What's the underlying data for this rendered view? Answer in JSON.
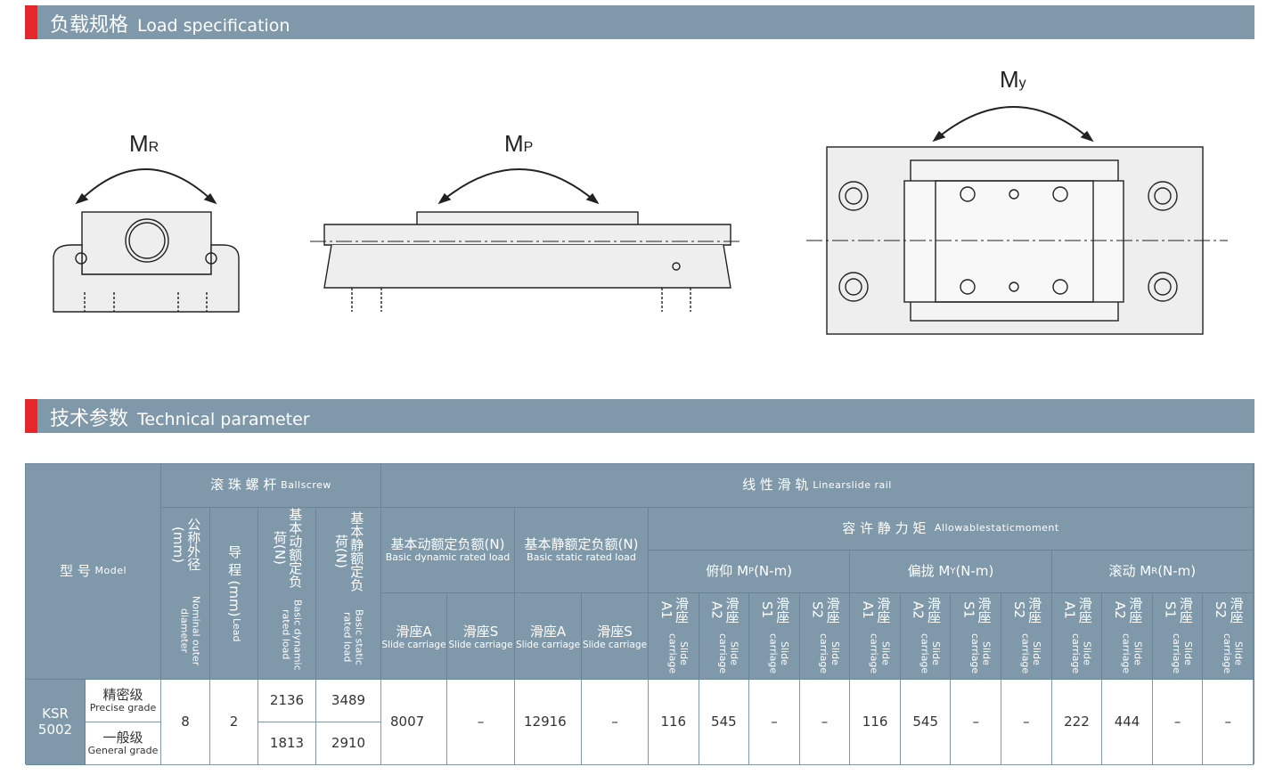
{
  "sections": {
    "load": {
      "title_cn": "负载规格",
      "title_en": "Load specification"
    },
    "tech": {
      "title_cn": "技术参数",
      "title_en": "Technical parameter"
    }
  },
  "diagrams": {
    "mr_label": "MR",
    "mp_label": "MP",
    "my_label": "My"
  },
  "table": {
    "model_header": {
      "cn": "型 号",
      "en": "Model"
    },
    "ballscrew": {
      "cn": "滚 珠 螺 杆",
      "en": "Ballscrew",
      "cols": [
        {
          "cn": "公称外径(mm)",
          "en": "Nominal outer diameter"
        },
        {
          "cn": "导 程 (mm)",
          "en": "Lead"
        },
        {
          "cn": "基本动额定负荷(N)",
          "en": "Basic dynamic rated load"
        },
        {
          "cn": "基本静额定负荷(N)",
          "en": "Basic static rated load"
        }
      ]
    },
    "rail": {
      "cn": "线 性 滑 轨",
      "en": "Linearslide rail",
      "dyn": {
        "cn": "基本动额定负额(N)",
        "en": "Basic dynamic rated load"
      },
      "stat": {
        "cn": "基本静额定负额(N)",
        "en": "Basic static rated load"
      },
      "carriages": [
        {
          "cn": "滑座A",
          "en": "Slide carriage"
        },
        {
          "cn": "滑座S",
          "en": "Slide carriage"
        },
        {
          "cn": "滑座A",
          "en": "Slide carriage"
        },
        {
          "cn": "滑座S",
          "en": "Slide carriage"
        }
      ],
      "moment": {
        "cn": "容 许 静 力 矩",
        "en": "Allowablestaticmoment"
      },
      "groups": [
        {
          "cn": "俯仰",
          "sym": "M",
          "sub": "P",
          "unit": "(N-m)"
        },
        {
          "cn": "偏拢",
          "sym": "M",
          "sub": "Y",
          "unit": "(N-m)"
        },
        {
          "cn": "滚动",
          "sym": "M",
          "sub": "R",
          "unit": "(N-m)"
        }
      ],
      "sub_cols": [
        "滑座A1",
        "滑座A2",
        "滑座S1",
        "滑座S2"
      ],
      "sub_en": "Slide carriage"
    },
    "row": {
      "model": "KSR 5002",
      "grade1": {
        "cn": "精密级",
        "en": "Precise grade"
      },
      "grade2": {
        "cn": "一般级",
        "en": "General grade"
      },
      "diameter": "8",
      "lead": "2",
      "dyn1": "2136",
      "dyn2": "1813",
      "stat1": "3489",
      "stat2": "2910",
      "rail_vals": [
        "8007",
        "–",
        "12916",
        "–"
      ],
      "moments": [
        "116",
        "545",
        "–",
        "–",
        "116",
        "545",
        "–",
        "–",
        "222",
        "444",
        "–",
        "–"
      ]
    }
  }
}
